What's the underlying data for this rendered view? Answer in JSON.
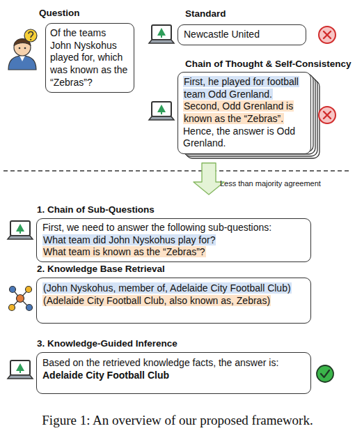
{
  "diagram": {
    "caption": "Figure 1: An overview of our proposed framework.",
    "nodes": [
      {
        "text": [
          "Question",
          "Of the teams John Nyskohus played for, which was known as the “Zebras”?"
        ]
      },
      {
        "text": [
          "Standard",
          "Newcastle United"
        ]
      },
      {
        "text": [
          "Chain of Thought & Self-Consistency",
          "First, he played for football team Odd Grenland.",
          "Second, Odd Grenland is known as the “Zebras”.",
          "Hence, the answer is Odd Grenland."
        ]
      },
      {
        "text": [
          "1. Chain of Sub-Questions",
          "First, we need to answer the following sub-questions:",
          "What team did John Nyskohus play for?",
          "What team is known as the “Zebras”?"
        ]
      },
      {
        "text": [
          "2. Knowledge Base Retrieval",
          "(John Nyskohus, member of, Adelaide City Football Club)",
          "(Adelaide City Football Club, also known as, Zebras)"
        ]
      },
      {
        "text": [
          "3. Knowledge-Guided Inference",
          "Based on the retrieved knowledge facts, the answer is:",
          "Adelaide City Football Club"
        ]
      }
    ],
    "edges": [
      {
        "from": 2,
        "to": 3,
        "arrow": "to",
        "label": "Less than majority agreement"
      }
    ]
  }
}
